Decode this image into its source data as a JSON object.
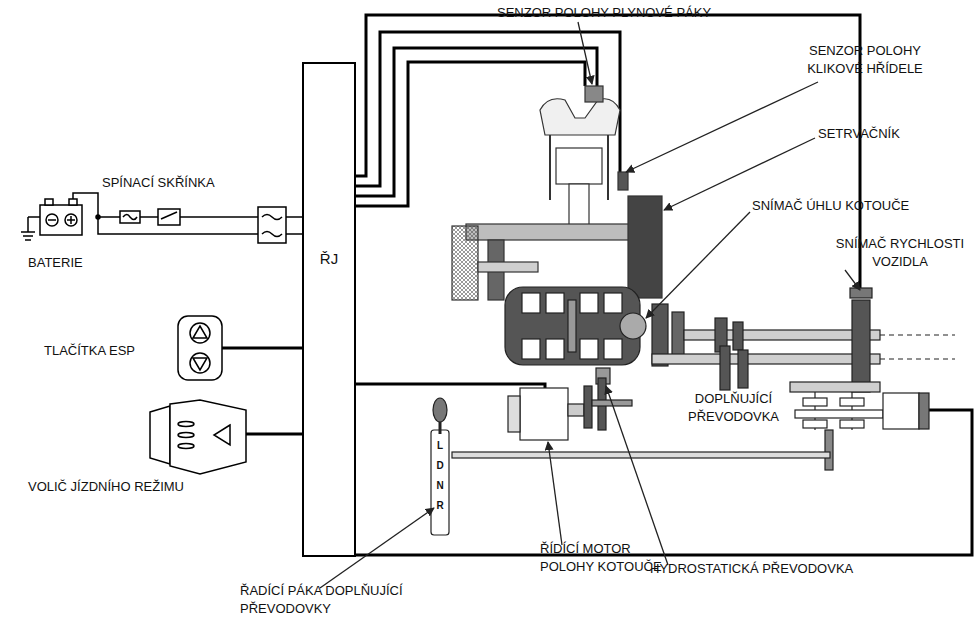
{
  "diagram": {
    "nodes": [
      {
        "text": [
          "ŘJ"
        ]
      }
    ],
    "labels": [
      "SENZOR POLOHY PLYNOVÉ PÁKY",
      "SENZOR POLOHY KLIKOVÉ HŘÍDELE",
      "SETRVAČNÍK",
      "SPÍNACÍ SKŘÍNKA",
      "SNÍMAČ ÚHLU KOTOUČE",
      "SNÍMAČ RYCHLOSTI VOZIDLA",
      "BATERIE",
      "TLAČÍTKA ESP",
      "DOPLŇUJÍCÍ PŘEVODOVKA",
      "L",
      "D",
      "N",
      "R",
      "VOLIČ JÍZDNÍHO REŽIMU",
      "ŘÍDÍCÍ MOTOR POLOHY KOTOUČE",
      "HYDROSTATICKÁ PŘEVODOVKA",
      "ŘADÍCÍ PÁKA DOPLŇUJÍCÍ PŘEVODOVKY"
    ]
  }
}
